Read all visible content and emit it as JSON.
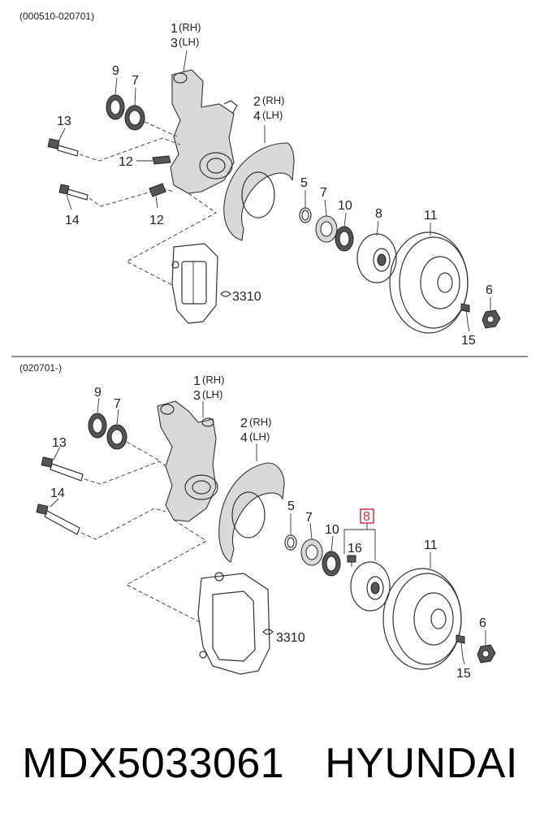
{
  "sections": [
    {
      "range": "(000510-020701)",
      "labels": {
        "p1": "1",
        "p1s": "(RH)",
        "p3": "3",
        "p3s": "(LH)",
        "p2": "2",
        "p2s": "(RH)",
        "p4": "4",
        "p4s": "(LH)",
        "p9": "9",
        "p7a": "7",
        "p13": "13",
        "p12a": "12",
        "p12b": "12",
        "p14": "14",
        "p5": "5",
        "p7b": "7",
        "p10": "10",
        "p8": "8",
        "p11": "11",
        "p6": "6",
        "p15": "15",
        "p3310": "3310"
      }
    },
    {
      "range": "(020701-)",
      "labels": {
        "p1": "1",
        "p1s": "(RH)",
        "p3": "3",
        "p3s": "(LH)",
        "p2": "2",
        "p2s": "(RH)",
        "p4": "4",
        "p4s": "(LH)",
        "p9": "9",
        "p7a": "7",
        "p13": "13",
        "p14": "14",
        "p5": "5",
        "p7b": "7",
        "p10": "10",
        "p8": "8",
        "p16": "16",
        "p11": "11",
        "p6": "6",
        "p15": "15",
        "p3310": "3310"
      }
    }
  ],
  "highlight_color": "#e0303a",
  "caption": {
    "part_number": "MDX5033061",
    "brand": "HYUNDAI"
  }
}
